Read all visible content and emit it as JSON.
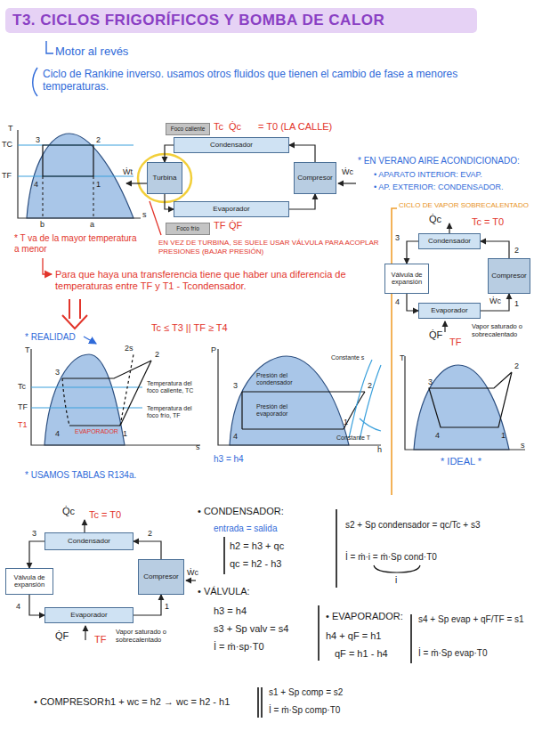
{
  "diagram": {
    "title": "T3. CICLOS FRIGORÍFICOS Y BOMBA DE CALOR",
    "nodes": [
      {
        "text": [
          "Foco caliente"
        ]
      },
      {
        "text": [
          "Condensador"
        ]
      },
      {
        "text": [
          "Turbina"
        ]
      },
      {
        "text": [
          "Compresor"
        ]
      },
      {
        "text": [
          "Evaporador"
        ]
      },
      {
        "text": [
          "Foco frío"
        ]
      },
      {
        "text": [
          "Condensador"
        ]
      },
      {
        "text": [
          "Válvula de expansión"
        ]
      },
      {
        "text": [
          "Compresor"
        ]
      },
      {
        "text": [
          "Evaporador"
        ]
      },
      {
        "text": [
          "Condensador"
        ]
      },
      {
        "text": [
          "Válvula de expansión"
        ]
      },
      {
        "text": [
          "Compresor"
        ]
      },
      {
        "text": [
          "Evaporador"
        ]
      }
    ],
    "edges": [
      {
        "from": 1,
        "to": 2,
        "arrow": "to"
      },
      {
        "from": 2,
        "to": 4,
        "arrow": "to"
      },
      {
        "from": 4,
        "to": 3,
        "arrow": "to"
      },
      {
        "from": 3,
        "to": 1,
        "arrow": "to"
      },
      {
        "from": 6,
        "to": 7,
        "arrow": "to"
      },
      {
        "from": 7,
        "to": 9,
        "arrow": "to"
      },
      {
        "from": 9,
        "to": 8,
        "arrow": "to"
      },
      {
        "from": 8,
        "to": 6,
        "arrow": "to"
      },
      {
        "from": 10,
        "to": 11,
        "arrow": "to"
      },
      {
        "from": 11,
        "to": 13,
        "arrow": "to"
      },
      {
        "from": 13,
        "to": 12,
        "arrow": "to"
      },
      {
        "from": 12,
        "to": 10,
        "arrow": "to"
      }
    ],
    "labels": [
      "Motor al revés",
      "Ciclo de Rankine inverso. usamos otros fluidos que tienen el cambio de fase a menores temperaturas.",
      "T",
      "TC",
      "TF",
      "3",
      "2",
      "4",
      "1",
      "b",
      "a",
      "s",
      "Tc",
      "Q̇c",
      "= T0 (LA CALLE)",
      "Ẇt",
      "Ẇc",
      "TF",
      "Q̇F",
      "* EN VERANO AIRE ACONDICIONADO:",
      "• APARATO INTERIOR: EVAP.",
      "• AP. EXTERIOR: CONDENSADOR.",
      "CICLO DE VAPOR SOBRECALENTADO",
      "Q̇c",
      "Tc = T0",
      "3",
      "2",
      "Ẇc",
      "4",
      "1",
      "Vapor saturado o sobrecalentado",
      "Q̇F",
      "TF",
      "T",
      "3",
      "2",
      "4",
      "1",
      "s",
      "* IDEAL *",
      "* T va de la mayor temperatura a menor",
      "EN VEZ DE TURBINA, SE SUELE USAR VÁLVULA PARA ACOPLAR PRESIONES (BAJAR PRESIÓN)",
      "Para que haya una transferencia tiene que haber una diferencia de temperaturas entre TF y T1 - Tcondensador.",
      "Tc ≤ T3 || TF ≥ T4",
      "* REALIDAD",
      "T",
      "Tc",
      "TF",
      "T1",
      "3",
      "2s",
      "2",
      "4",
      "1",
      "Temperatura del foco caliente, TC",
      "Temperatura del foco frío, TF",
      "EVAPORADOR",
      "s",
      "P",
      "Presión del condensador",
      "Presión del evaporador",
      "Constante s",
      "Constante T",
      "3",
      "2",
      "4",
      "1",
      "h",
      "h3 = h4",
      "* USAMOS TABLAS R134a.",
      "Q̇c",
      "Tc = T0",
      "3",
      "2",
      "Ẇc",
      "4",
      "1",
      "Vapor saturado o sobrecalentado",
      "Q̇F",
      "TF",
      "• CONDENSADOR:",
      "entrada = salida",
      "h2 = h3 + qc",
      "qc = h2 - h3",
      "s2 + Sp condensador = qc/Tc + s3",
      "İ = ṁ·i = ṁ·Sp cond·T0",
      "i",
      "• VÁLVULA:",
      "h3 = h4",
      "s3 + Sp valv = s4",
      "İ = ṁ·sp·T0",
      "• EVAPORADOR:",
      "h4 + qF = h1",
      "qF = h1 - h4",
      "s4 + Sp evap + qF/TF = s1",
      "İ = ṁ·Sp evap·T0",
      "• COMPRESOR:",
      "h1 + wc = h2 → wc = h2 - h1",
      "s1 + Sp comp = s2",
      "İ = ṁ·Sp comp·T0"
    ]
  }
}
